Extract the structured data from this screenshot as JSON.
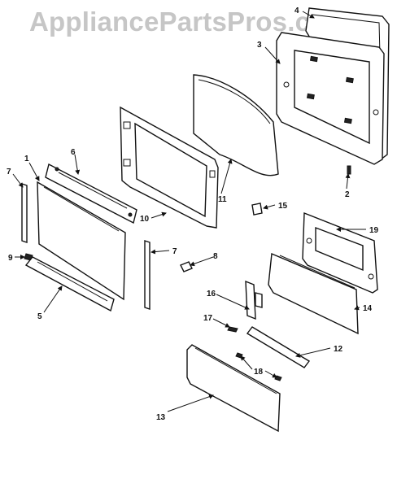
{
  "watermark": "AppliancePartsPros.com",
  "callouts": [
    "1",
    "2",
    "3",
    "4",
    "5",
    "6",
    "7",
    "7",
    "8",
    "9",
    "10",
    "11",
    "12",
    "13",
    "14",
    "15",
    "16",
    "17",
    "18",
    "19"
  ]
}
